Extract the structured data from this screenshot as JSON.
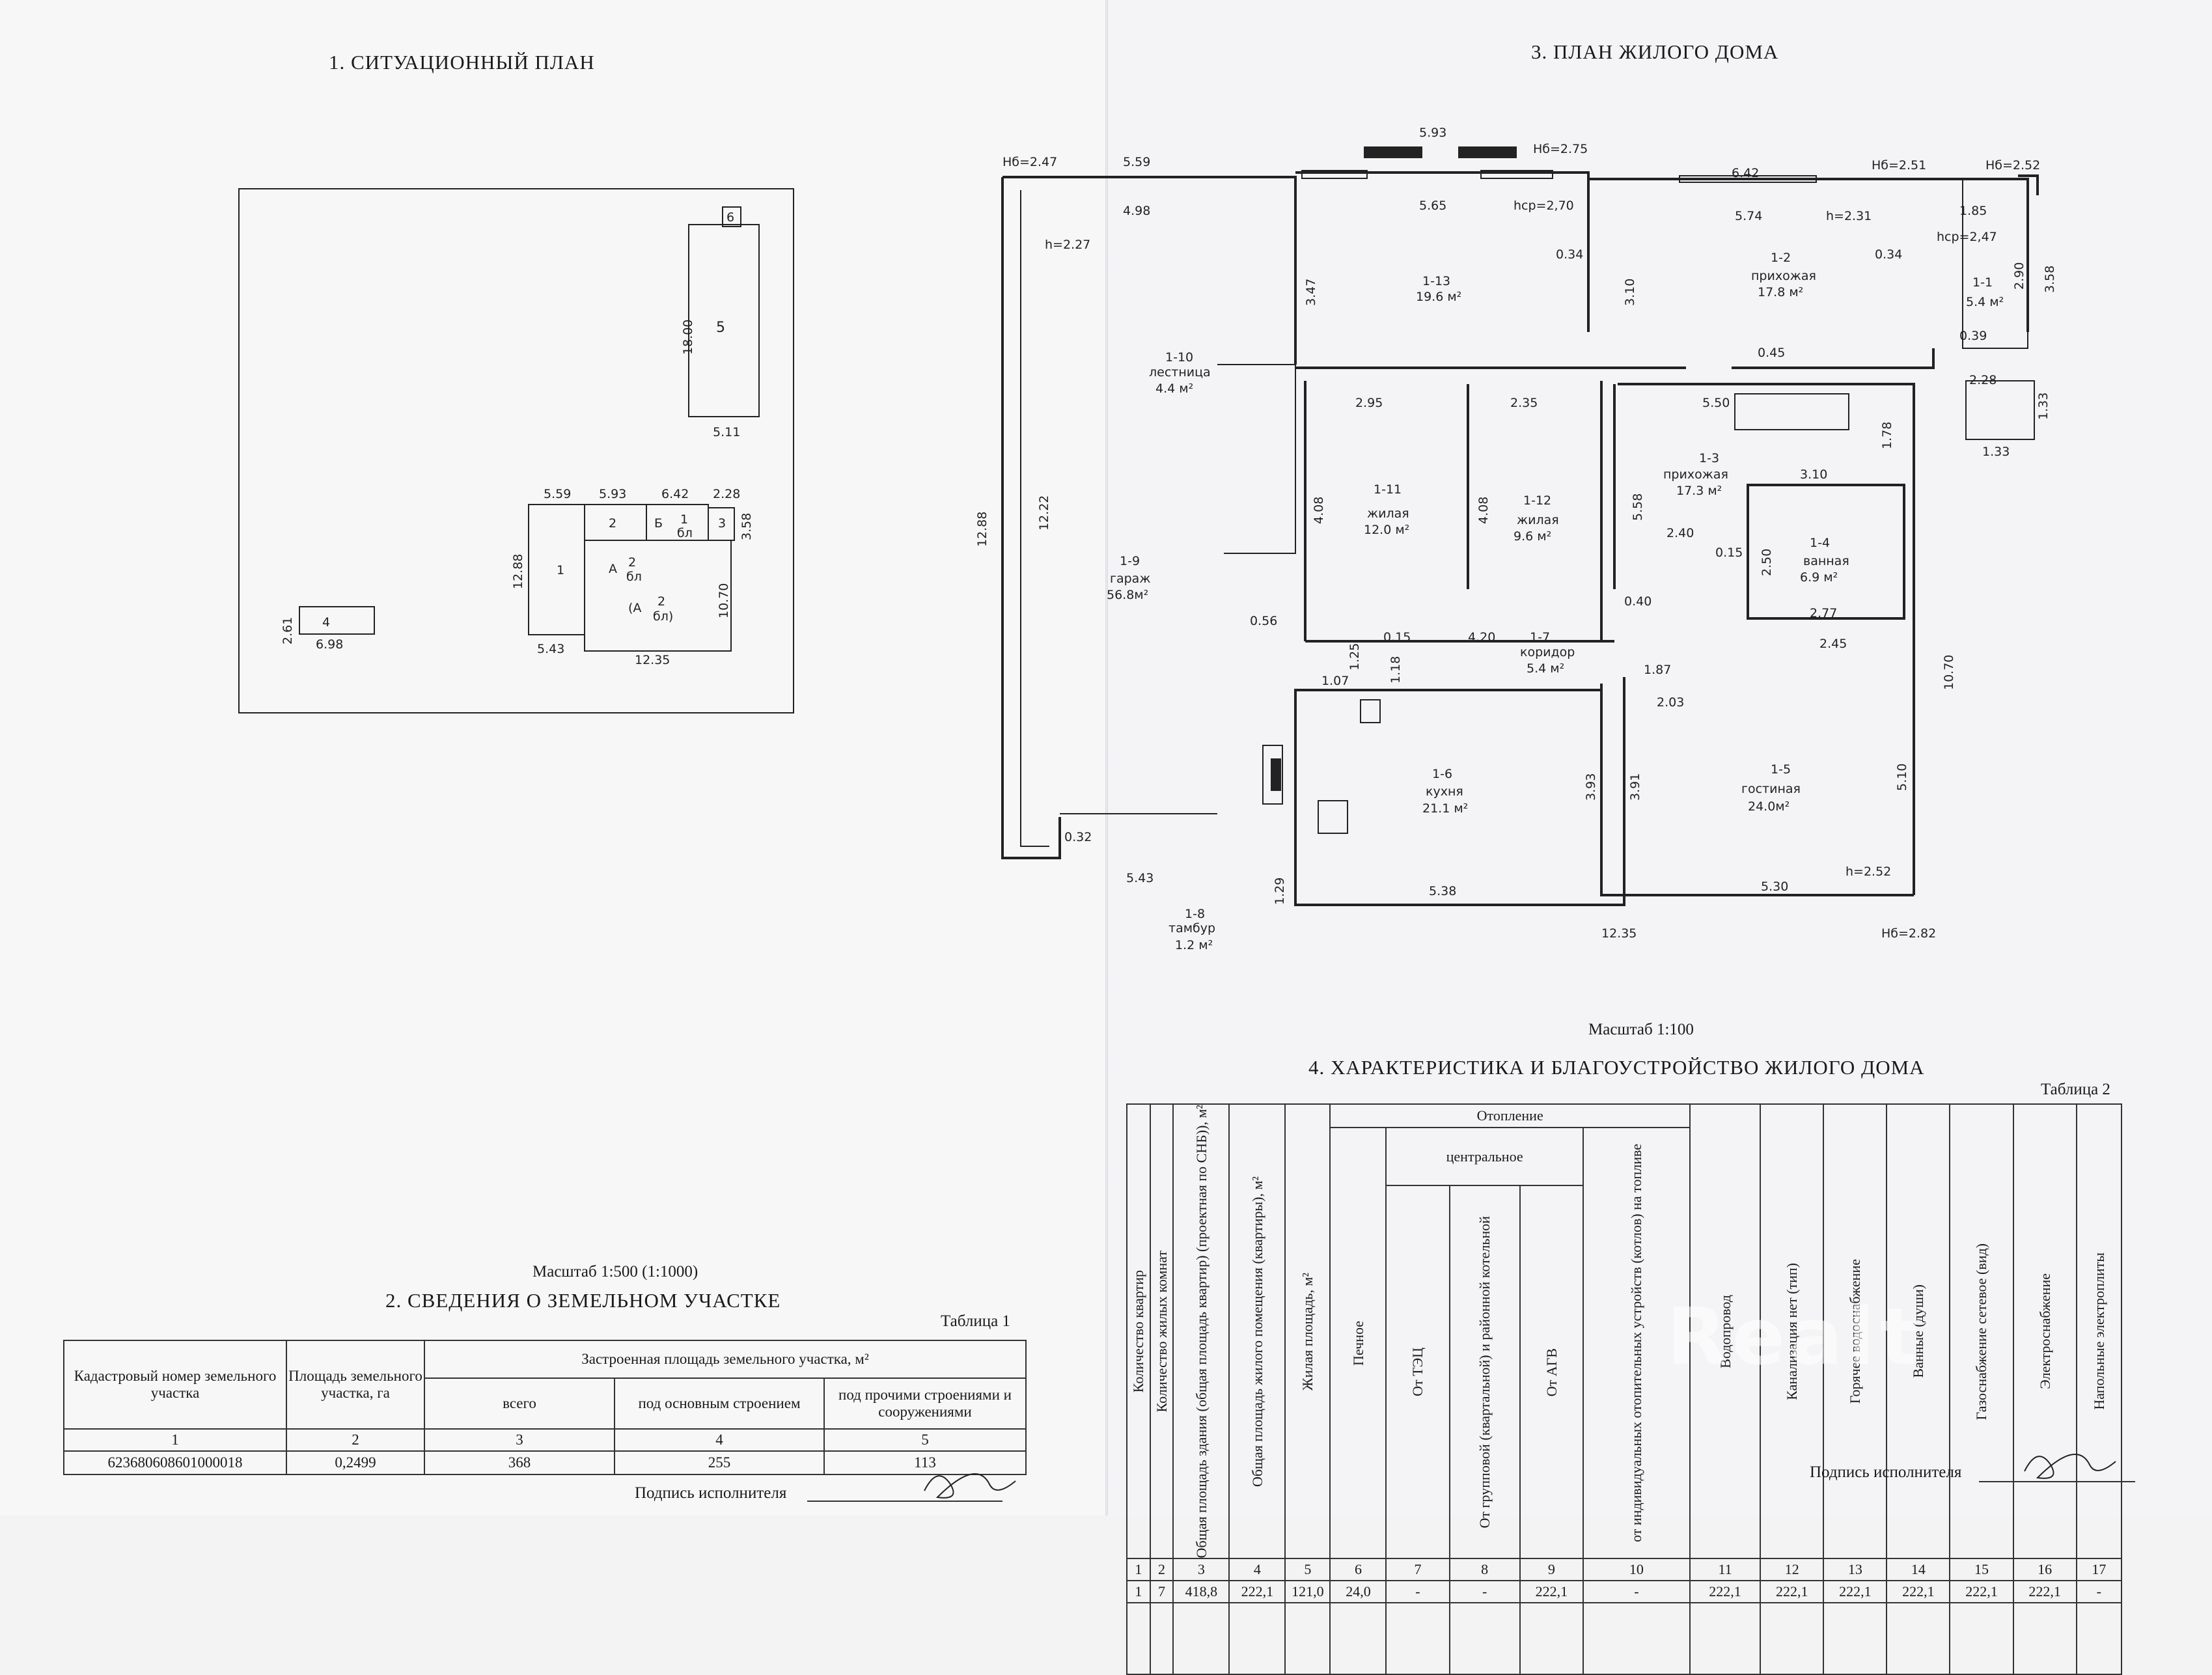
{
  "left_page": {
    "situational_title": "1. СИТУАЦИОННЫЙ ПЛАН",
    "site_plan": {
      "building_5": {
        "num": "5",
        "len": "18.00",
        "wid": "5.11",
        "tag": "6"
      },
      "building_4": {
        "num": "4",
        "len": "6.98",
        "wid": "2.61"
      },
      "main": {
        "d_5_59": "5.59",
        "d_5_93": "5.93",
        "d_6_42": "6.42",
        "d_2_28": "2.28",
        "d_3_58": "3.58",
        "d_12_88": "12.88",
        "d_10_70": "10.70",
        "d_5_43": "5.43",
        "d_12_35": "12.35",
        "n1": "1",
        "n2": "2",
        "n3": "3",
        "b_label": "Б",
        "b_num": "1",
        "b_mat": "бл",
        "a1_label": "А",
        "a1_num": "2",
        "a1_mat": "бл",
        "a2_label": "(А",
        "a2_num": "2",
        "a2_mat": "бл)"
      }
    },
    "scale": "Масштаб 1:500 (1:1000)",
    "land_title": "2. СВЕДЕНИЯ О ЗЕМЕЛЬНОМ УЧАСТКЕ",
    "table1": {
      "caption": "Таблица 1",
      "h_cadastral": "Кадастровый номер земельного участка",
      "h_area": "Площадь земельного участка, га",
      "h_built": "Застроенная площадь земельного участка, м²",
      "h_total": "всего",
      "h_main": "под основным строением",
      "h_other": "под прочими строениями и сооружениями",
      "nums": [
        "1",
        "2",
        "3",
        "4",
        "5"
      ],
      "row": [
        "623680608601000018",
        "0,2499",
        "368",
        "255",
        "113"
      ]
    },
    "signature": "Подпись исполнителя"
  },
  "right_page": {
    "plan_title": "3. ПЛАН ЖИЛОГО ДОМА",
    "plan": {
      "h_2_47": "Hб=2.47",
      "h_2_75": "Hб=2.75",
      "h_2_51": "Hб=2.51",
      "h_2_52": "Hб=2.52",
      "h_2_82": "Hб=2.82",
      "t_5_93": "5.93",
      "t_5_59": "5.59",
      "t_4_98": "4.98",
      "t_5_65": "5.65",
      "t_hcp270": "hср=2,70",
      "t_6_42": "6.42",
      "t_5_74": "5.74",
      "t_h231": "h=2.31",
      "t_1_85": "1.85",
      "t_hcp247": "hср=2,47",
      "t_h227": "h=2.27",
      "t_3_47": "3.47",
      "t_0_34a": "0.34",
      "t_3_10": "3.10",
      "t_0_34b": "0.34",
      "t_2_90": "2.90",
      "t_3_58": "3.58",
      "t_0_39": "0.39",
      "t_0_45": "0.45",
      "t_2_28": "2.28",
      "t_1_33a": "1.33",
      "t_1_33b": "1.33",
      "t_2_95": "2.95",
      "t_2_35": "2.35",
      "t_5_50": "5.50",
      "t_1_78": "1.78",
      "t_3_10b": "3.10",
      "t_4_08a": "4.08",
      "t_4_08b": "4.08",
      "t_5_58": "5.58",
      "t_2_40": "2.40",
      "t_0_15a": "0.15",
      "t_2_50": "2.50",
      "t_12_88": "12.88",
      "t_12_22": "12.22",
      "t_0_56": "0.56",
      "t_1_25": "1.25",
      "t_0_15b": "0.15",
      "t_4_20": "4.20",
      "t_0_40": "0.40",
      "t_2_77": "2.77",
      "t_1_07": "1.07",
      "t_1_18": "1.18",
      "t_1_87": "1.87",
      "t_2_45": "2.45",
      "t_2_03": "2.03",
      "t_10_70": "10.70",
      "t_3_93": "3.93",
      "t_3_91": "3.91",
      "t_5_10": "5.10",
      "t_0_32": "0.32",
      "t_5_43": "5.43",
      "t_h252": "h=2.52",
      "t_1_29": "1.29",
      "t_5_38": "5.38",
      "t_5_30": "5.30",
      "t_12_35": "12.35",
      "rooms": {
        "r1_13": {
          "num": "1-13",
          "name": "",
          "area": "19.6 м²"
        },
        "r1_2": {
          "num": "1-2",
          "name": "прихожая",
          "area": "17.8 м²"
        },
        "r1_1": {
          "num": "1-1",
          "name": "",
          "area": "5.4 м²"
        },
        "r1_10": {
          "num": "1-10",
          "name": "лестница",
          "area": "4.4 м²"
        },
        "r1_11": {
          "num": "1-11",
          "name": "жилая",
          "area": "12.0 м²"
        },
        "r1_12": {
          "num": "1-12",
          "name": "жилая",
          "area": "9.6 м²"
        },
        "r1_3": {
          "num": "1-3",
          "name": "прихожая",
          "area": "17.3 м²"
        },
        "r1_4": {
          "num": "1-4",
          "name": "ванная",
          "area": "6.9 м²"
        },
        "r1_9": {
          "num": "1-9",
          "name": "гараж",
          "area": "56.8м²"
        },
        "r1_7": {
          "num": "1-7",
          "name": "коридор",
          "area": "5.4 м²"
        },
        "r1_6": {
          "num": "1-6",
          "name": "кухня",
          "area": "21.1 м²"
        },
        "r1_5": {
          "num": "1-5",
          "name": "гостиная",
          "area": "24.0м²"
        },
        "r1_8": {
          "num": "1-8",
          "name": "тамбур",
          "area": "1.2 м²"
        }
      }
    },
    "scale": "Масштаб  1:100",
    "char_title": "4. ХАРАКТЕРИСТИКА И БЛАГОУСТРОЙСТВО ЖИЛОГО ДОМА",
    "table2": {
      "caption": "Таблица 2",
      "h": {
        "c1": "Количество квартир",
        "c2": "Количество жилых комнат",
        "c3": "Общая площадь здания (общая площадь квартир) (проектная по СНБ)), м²",
        "c4": "Общая площадь жилого помещения (квартиры), м²",
        "c5": "Жилая площадь, м²",
        "heating": "Отопление",
        "central": "центральное",
        "c6": "Печное",
        "c7": "От ТЭЦ",
        "c8": "От групповой (квартальной) и районной котельной",
        "c9": "От АГВ",
        "c10": "от индивидуальных отопительных устройств (котлов) на топливе",
        "c11": "Водопровод",
        "c12": "Канализация нет (тип)",
        "c13": "Горячее водоснабжение",
        "c14": "Ванные (души)",
        "c15": "Газоснабжение сетевое (вид)",
        "c16": "Электроснабжение",
        "c17": "Напольные электроплиты"
      },
      "nums": [
        "1",
        "2",
        "3",
        "4",
        "5",
        "6",
        "7",
        "8",
        "9",
        "10",
        "11",
        "12",
        "13",
        "14",
        "15",
        "16",
        "17"
      ],
      "row": [
        "1",
        "7",
        "418,8",
        "222,1",
        "121,0",
        "24,0",
        "-",
        "-",
        "222,1",
        "-",
        "222,1",
        "222,1",
        "222,1",
        "222,1",
        "222,1",
        "222,1",
        "-"
      ]
    },
    "signature": "Подпись исполнителя",
    "watermark": "Realt"
  }
}
